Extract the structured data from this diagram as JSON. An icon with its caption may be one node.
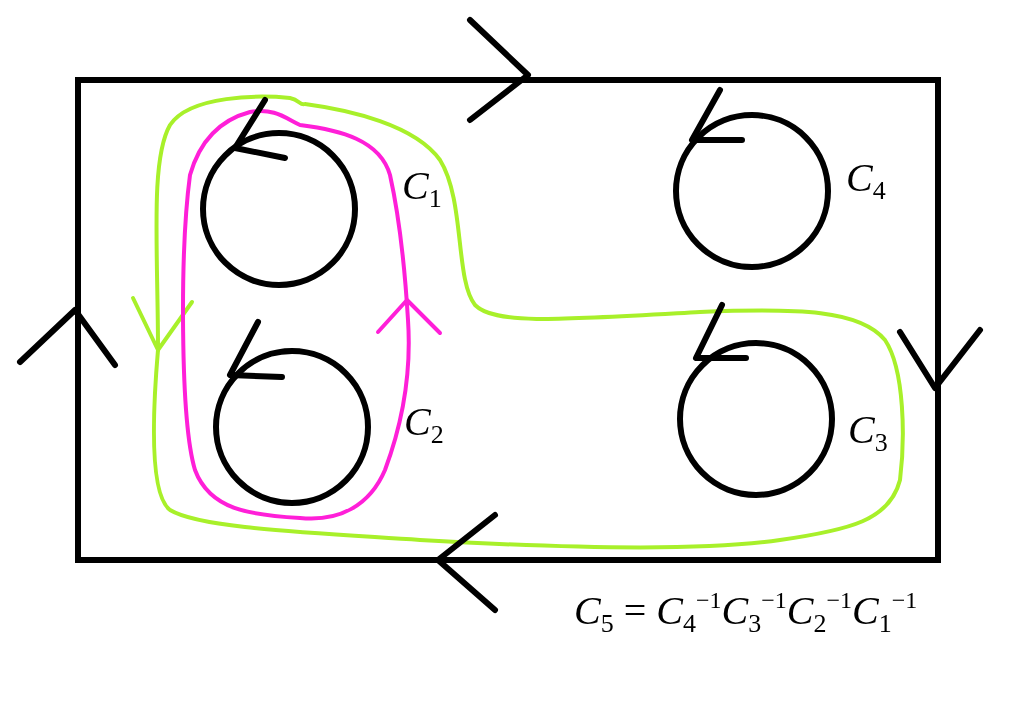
{
  "diagram": {
    "nodes": [
      {
        "text": [],
        "shape": "box"
      },
      {
        "text": [],
        "shape": "circle",
        "in": 0,
        "beside": [
          "*C*$_{1}$"
        ]
      },
      {
        "text": [],
        "shape": "circle",
        "in": 0,
        "beside": [
          "*C*$_{4}$"
        ]
      },
      {
        "text": [],
        "shape": "circle",
        "in": 0,
        "beside": [
          "*C*$_{2}$"
        ]
      },
      {
        "text": [],
        "shape": "circle",
        "in": 0,
        "beside": [
          "*C*$_{3}$"
        ]
      }
    ],
    "edges": [],
    "labels": [
      "*C*$_{5}$ = *C*$_{4}$$^{−1}$*C*$_{3}$$^{−1}$*C*$_{2}$$^{−1}$*C*$_{1}$$^{−1}$"
    ]
  }
}
